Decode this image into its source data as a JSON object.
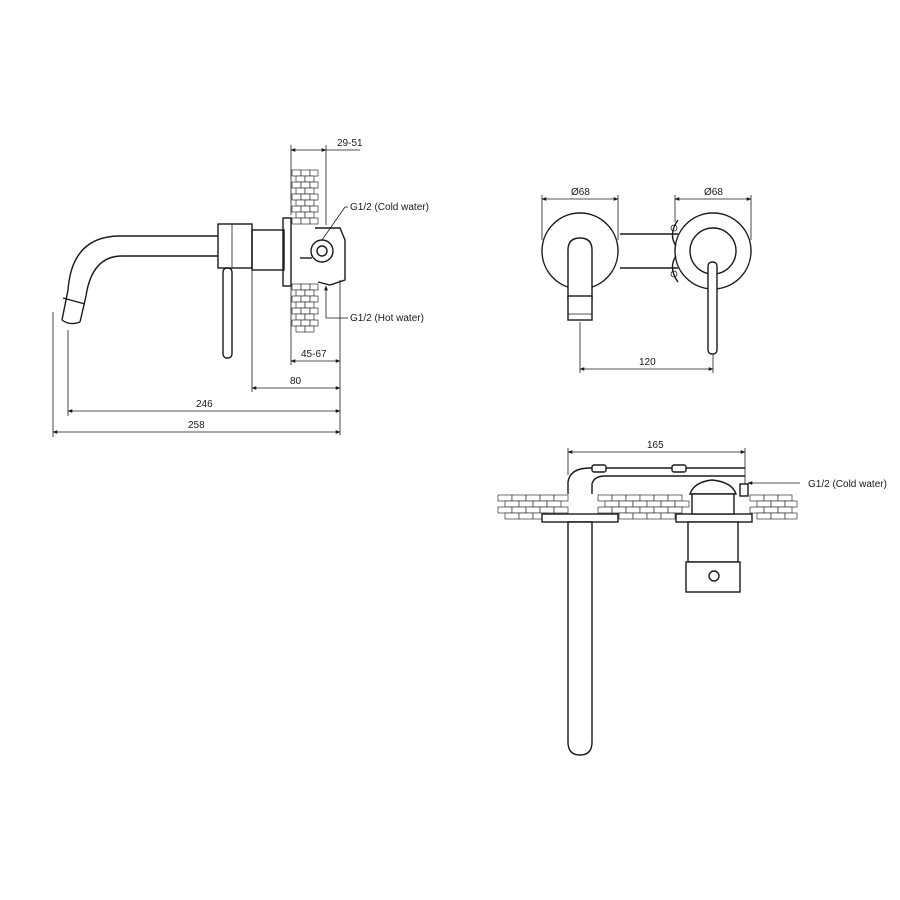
{
  "side_view": {
    "dim_wall_range": "29-51",
    "cold_label": "G1/2 (Cold water)",
    "hot_label": "G1/2 (Hot water)",
    "dim_body_range": "45-67",
    "dim_80": "80",
    "dim_246": "246",
    "dim_258": "258"
  },
  "front_view": {
    "dim_plate_left": "Ø68",
    "dim_plate_right": "Ø68",
    "dim_120": "120"
  },
  "top_view": {
    "dim_165": "165",
    "cold_label": "G1/2 (Cold water)"
  }
}
